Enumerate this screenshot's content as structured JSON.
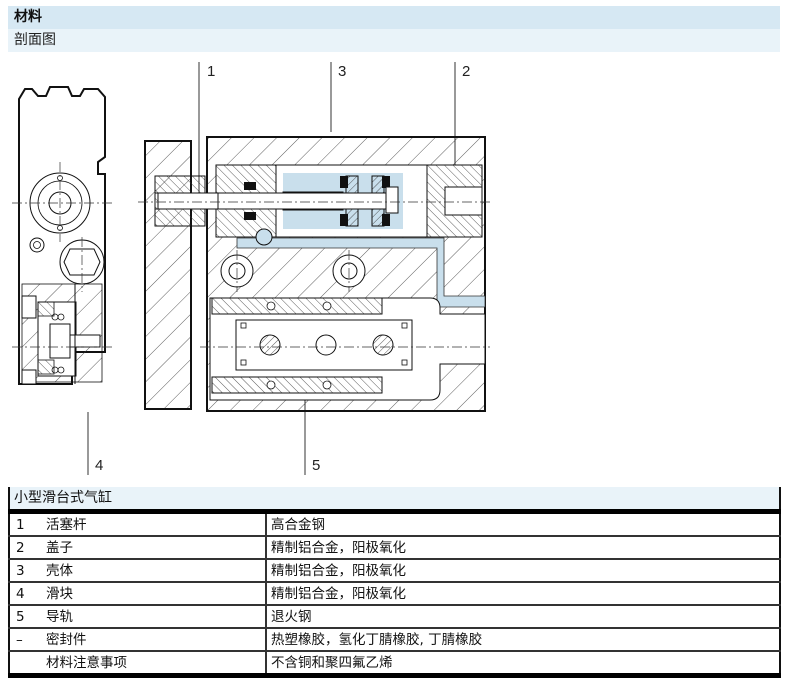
{
  "header": {
    "section_title": "材料",
    "subsection_title": "剖面图"
  },
  "drawing": {
    "description": "Cross-section drawing of mini slide cylinder",
    "callouts": [
      "1",
      "3",
      "2",
      "4",
      "5"
    ],
    "highlight_color": "#c9dfec",
    "line_color": "#111111"
  },
  "table": {
    "title": "小型滑台式气缸",
    "rows": [
      {
        "num": "1",
        "part": "活塞杆",
        "material": "高合金钢"
      },
      {
        "num": "2",
        "part": "盖子",
        "material": "精制铝合金，阳极氧化"
      },
      {
        "num": "3",
        "part": "壳体",
        "material": "精制铝合金，阳极氧化"
      },
      {
        "num": "4",
        "part": "滑块",
        "material": "精制铝合金，阳极氧化"
      },
      {
        "num": "5",
        "part": "导轨",
        "material": "退火钢"
      },
      {
        "num": "–",
        "part": "密封件",
        "material": "热塑橡胶，氢化丁腈橡胶, 丁腈橡胶"
      },
      {
        "num": "",
        "part": "材料注意事项",
        "material": "不含铜和聚四氟乙烯"
      }
    ]
  }
}
